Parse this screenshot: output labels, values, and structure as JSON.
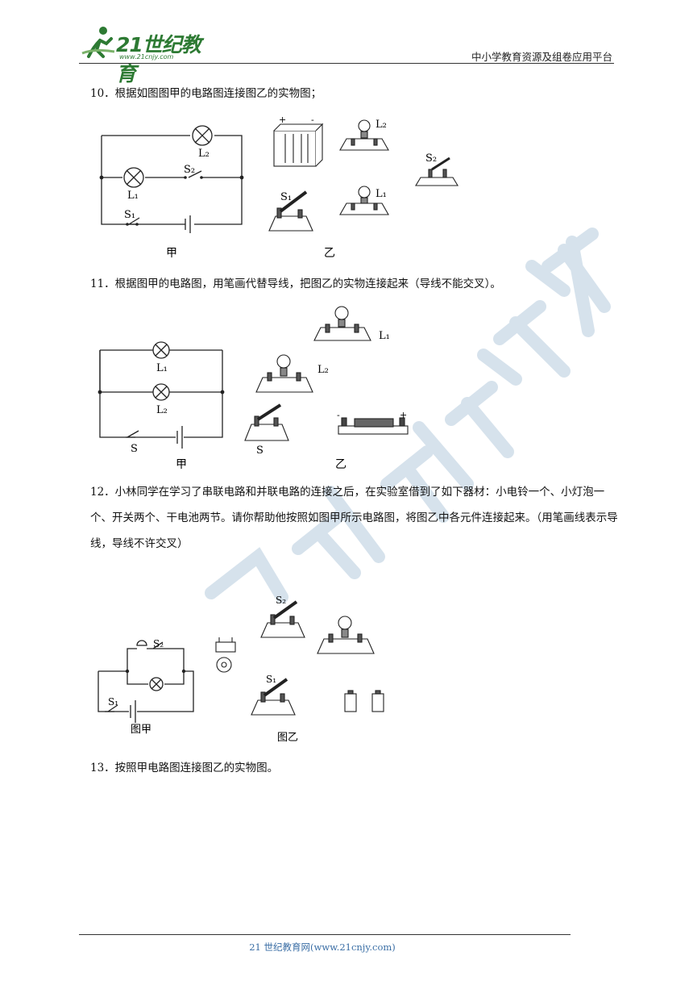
{
  "header": {
    "logo_text": "21世纪教育",
    "logo_url": "www.21cnjy.com",
    "site_name": "中小学教育资源及组卷应用平台"
  },
  "questions": [
    {
      "id": "q10",
      "text": "10．根据如图图甲的电路图连接图乙的实物图；",
      "labels": {
        "l1": "L₁",
        "l2": "L₂",
        "s1": "S₁",
        "s2": "S₂",
        "jia": "甲",
        "yi": "乙",
        "plus": "+",
        "minus": "-"
      }
    },
    {
      "id": "q11",
      "text": "11．根据图甲的电路图，用笔画代替导线，把图乙的实物连接起来（导线不能交叉）。",
      "labels": {
        "l1": "L₁",
        "l2": "L₂",
        "s": "S",
        "jia": "甲",
        "yi": "乙",
        "plus": "+",
        "minus": "-"
      }
    },
    {
      "id": "q12",
      "text": "12．小林同学在学习了串联电路和并联电路的连接之后，在实验室借到了如下器材：小电铃一个、小灯泡一个、开关两个、干电池两节。请你帮助他按照如图甲所示电路图，将图乙中各元件连接起来。（用笔画线表示导线，导线不许交叉）",
      "labels": {
        "s1": "S₁",
        "s2": "S₂",
        "jia": "图甲",
        "yi": "图乙"
      }
    },
    {
      "id": "q13",
      "text": "13．按照甲电路图连接图乙的实物图。"
    }
  ],
  "footer": {
    "text": "21 世纪教育网(www.21cnjy.com)"
  },
  "colors": {
    "logo_green": "#2d7a33",
    "footer_blue": "#3a6ea5",
    "watermark": "#c9d9e6"
  }
}
